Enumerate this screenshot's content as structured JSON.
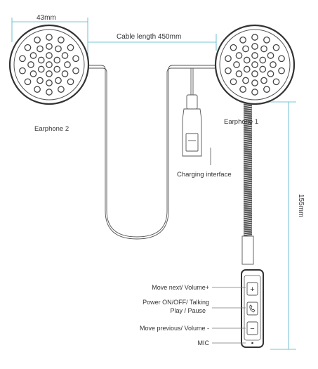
{
  "dimensions": {
    "earphone_diameter": "43mm",
    "cable_length": "Cable length 450mm",
    "boom_length": "155mm"
  },
  "labels": {
    "earphone_2": "Earphone 2",
    "earphone_1": "Earphone 1",
    "charging_interface": "Charging interface",
    "move_next": "Move next/ Volume+",
    "power_line1": "Power ON/OFF/ Talking",
    "power_line2": "Play / Pause",
    "move_previous": "Move previous/ Volume -",
    "mic": "MIC"
  },
  "buttons": {
    "plus_symbol": "+",
    "minus_symbol": "−"
  },
  "colors": {
    "line": "#555555",
    "dimension": "#4ab3c8",
    "text": "#333333"
  }
}
